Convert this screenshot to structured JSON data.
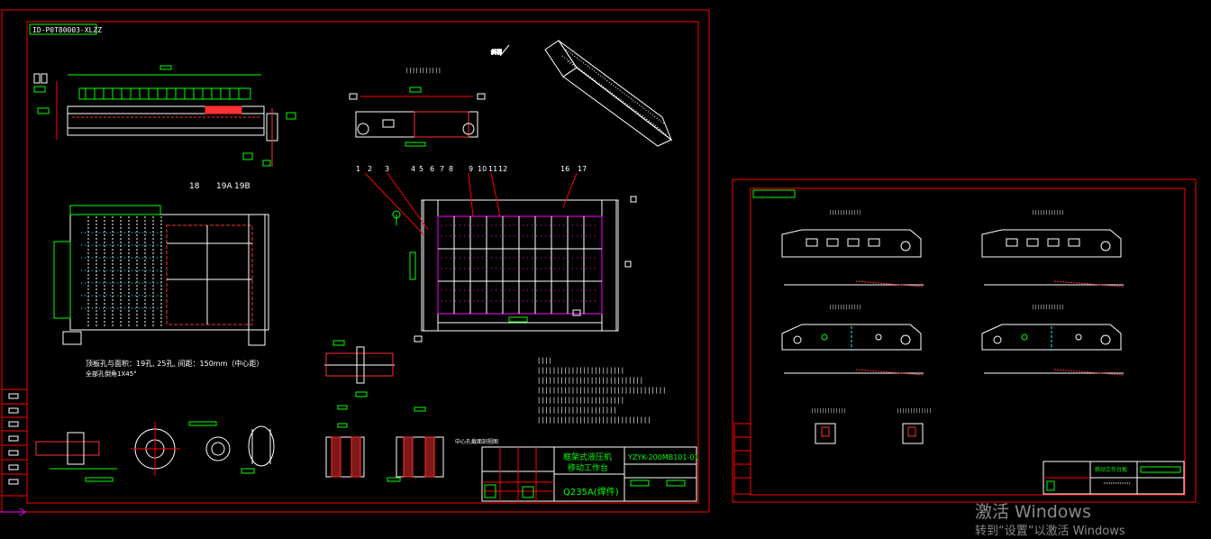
{
  "sheet1": {
    "tag": "ID-P0T80003-XLZZ",
    "note_line1": "顶板孔与面积：19孔, 25孔, 间距：150mm（中心距）",
    "note_line2": "全部孔倒角1X45°",
    "part_labels_top": [
      "1",
      "2",
      "3",
      "4",
      "5",
      "6",
      "7",
      "8",
      "9",
      "10",
      "11",
      "12",
      "16",
      "17"
    ],
    "part_labels_mid": [
      "18",
      "19A",
      "19B"
    ],
    "section_label": "中心孔截面剖视图",
    "view_label": "斜视",
    "title_block": {
      "name_line1": "框架式液压机",
      "name_line2": "移动工作台",
      "drawing_no": "YZYK-200MB101-01",
      "material": "Q235A(焊件)"
    }
  },
  "sheet2": {
    "title_block": {
      "name": "移动工作台板"
    }
  },
  "watermark": {
    "line1": "激活 Windows",
    "line2": "转到“设置”以激活 Windows"
  },
  "colors": {
    "frame": "#ff0000",
    "line": "#ffffff",
    "dim": "#00ff00",
    "accent": "#ff00ff",
    "hatch": "#ff3030",
    "cyan": "#00ffff"
  }
}
